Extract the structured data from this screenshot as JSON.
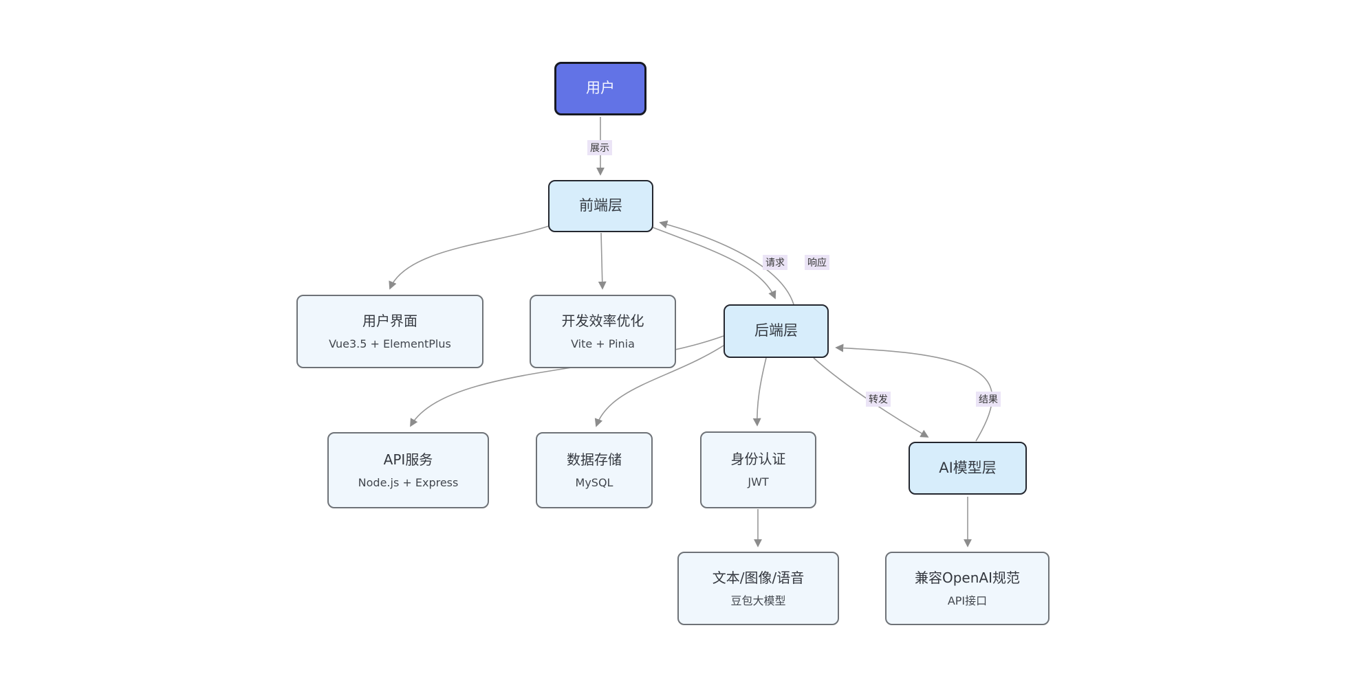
{
  "diagram": {
    "type": "flowchart",
    "background": "#ffffff",
    "colors": {
      "primary_node_fill": "#6273e6",
      "primary_node_text": "#f4f6ff",
      "layer_node_fill": "#d7edfb",
      "layer_node_border": "#23262e",
      "child_node_fill": "#f0f7fd",
      "child_node_border": "#6e7277",
      "node_text": "#343a42",
      "edge_stroke": "#979797",
      "edge_label_bg": "#ebe4f6",
      "edge_label_text": "#343434"
    },
    "nodes": {
      "user": {
        "title": "用户"
      },
      "frontend": {
        "title": "前端层"
      },
      "backend": {
        "title": "后端层"
      },
      "ai_model": {
        "title": "AI模型层"
      },
      "ui": {
        "title": "用户界面",
        "subtitle": "Vue3.5 + ElementPlus"
      },
      "dev_opt": {
        "title": "开发效率优化",
        "subtitle": "Vite + Pinia"
      },
      "api": {
        "title": "API服务",
        "subtitle": "Node.js + Express"
      },
      "storage": {
        "title": "数据存储",
        "subtitle": "MySQL"
      },
      "auth": {
        "title": "身份认证",
        "subtitle": "JWT"
      },
      "multimodal": {
        "title": "文本/图像/语音",
        "subtitle": "豆包大模型"
      },
      "openai": {
        "title": "兼容OpenAI规范",
        "subtitle": "API接口"
      }
    },
    "edge_labels": {
      "display": "展示",
      "request": "请求",
      "response": "响应",
      "forward": "转发",
      "result": "结果"
    },
    "edges": [
      {
        "from": "user",
        "to": "frontend",
        "label": "展示"
      },
      {
        "from": "frontend",
        "to": "ui",
        "label": ""
      },
      {
        "from": "frontend",
        "to": "dev_opt",
        "label": ""
      },
      {
        "from": "frontend",
        "to": "backend",
        "label": "请求"
      },
      {
        "from": "backend",
        "to": "frontend",
        "label": "响应"
      },
      {
        "from": "backend",
        "to": "api",
        "label": ""
      },
      {
        "from": "backend",
        "to": "storage",
        "label": ""
      },
      {
        "from": "backend",
        "to": "auth",
        "label": ""
      },
      {
        "from": "backend",
        "to": "ai_model",
        "label": "转发"
      },
      {
        "from": "ai_model",
        "to": "backend",
        "label": "结果"
      },
      {
        "from": "auth",
        "to": "multimodal",
        "label": ""
      },
      {
        "from": "ai_model",
        "to": "openai",
        "label": ""
      }
    ]
  }
}
